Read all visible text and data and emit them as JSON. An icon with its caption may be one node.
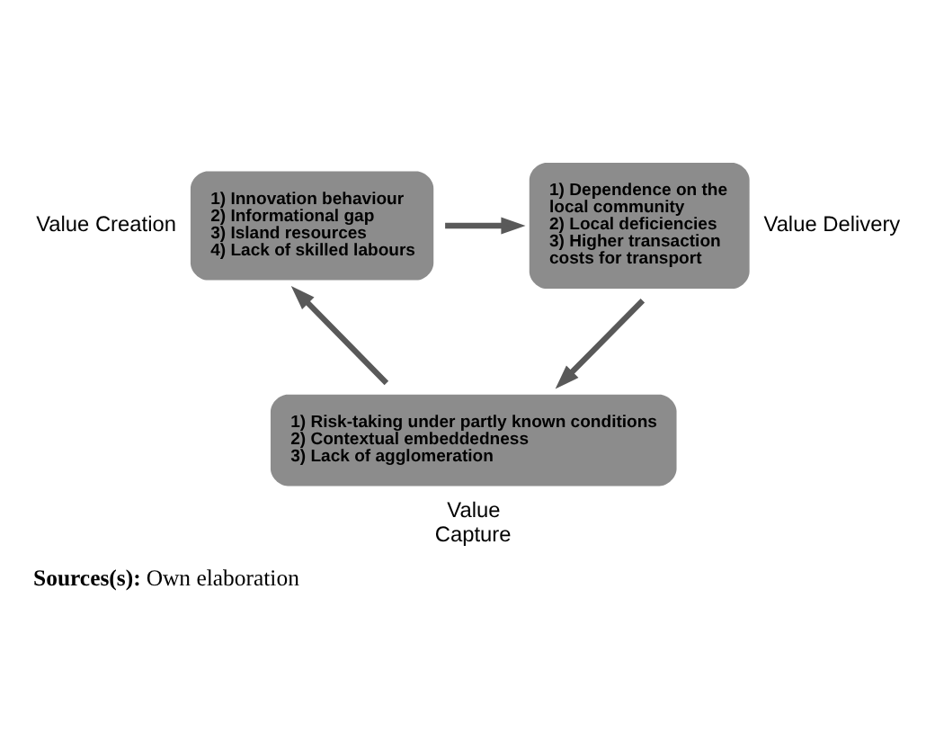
{
  "diagram": {
    "caption": "**Sources(s):** Own elaboration",
    "nodes": [
      {
        "text": [
          "Value Creation",
          "1) Innovation behaviour",
          "2) Informational gap",
          "3) Island resources",
          "4) Lack of skilled labours"
        ]
      },
      {
        "text": [
          "Value Delivery",
          "1) Dependence on the local community",
          "2) Local deficiencies",
          "3) Higher transaction costs for transport"
        ]
      },
      {
        "text": [
          "1) Risk-taking under partly known conditions",
          "2) Contextual embeddedness",
          "3) Lack of agglomeration",
          "Value Capture"
        ]
      }
    ],
    "edges": [
      {
        "from": 0,
        "to": 1,
        "arrow": "to"
      },
      {
        "from": 1,
        "to": 2,
        "arrow": "to"
      },
      {
        "from": 2,
        "to": 0,
        "arrow": "to"
      }
    ]
  }
}
